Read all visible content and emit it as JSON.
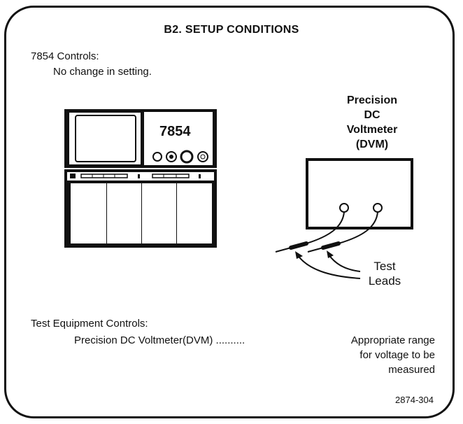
{
  "title": "B2. SETUP CONDITIONS",
  "mainframe_controls": {
    "heading": "7854 Controls:",
    "note": "No change in setting."
  },
  "oscilloscope": {
    "model_label": "7854"
  },
  "dvm": {
    "label_line1": "Precision",
    "label_line2": "DC",
    "label_line3": "Voltmeter",
    "label_line4": "(DVM)"
  },
  "leads_label": {
    "line1": "Test",
    "line2": "Leads"
  },
  "test_equipment": {
    "heading": "Test Equipment Controls:",
    "item": "Precision DC Voltmeter(DVM) ..........",
    "setting_line1": "Appropriate range",
    "setting_line2": "for voltage to be",
    "setting_line3": "measured"
  },
  "figure_number": "2874-304"
}
